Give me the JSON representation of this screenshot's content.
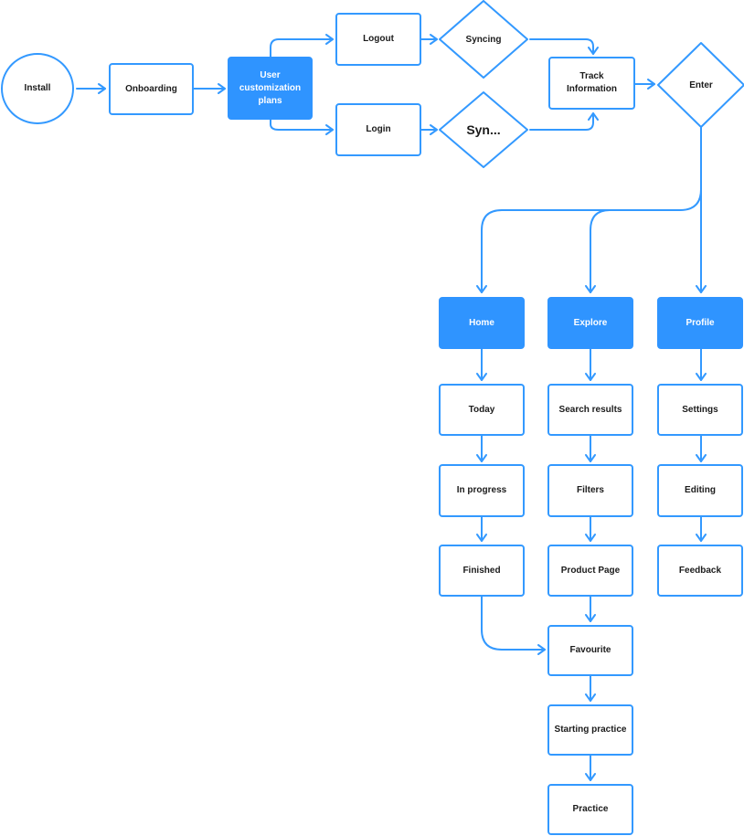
{
  "colors": {
    "stroke": "#3399ff",
    "accent_fill": "#2f94ff",
    "text": "#1b1b1b",
    "text_on_accent": "#ffffff"
  },
  "nodes": {
    "install": "Install",
    "onboarding": "Onboarding",
    "user_customization": "User customization plans",
    "logout": "Logout",
    "login": "Login",
    "syncing": "Syncing",
    "syncing_short": "Syn...",
    "track_information": "Track Information",
    "enter": "Enter",
    "home": "Home",
    "explore": "Explore",
    "profile": "Profile",
    "today": "Today",
    "in_progress": "In progress",
    "finished": "Finished",
    "search_results": "Search results",
    "filters": "Filters",
    "product_page": "Product Page",
    "favourite": "Favourite",
    "starting_practice": "Starting practice",
    "practice": "Practice",
    "settings": "Settings",
    "editing": "Editing",
    "feedback": "Feedback"
  }
}
